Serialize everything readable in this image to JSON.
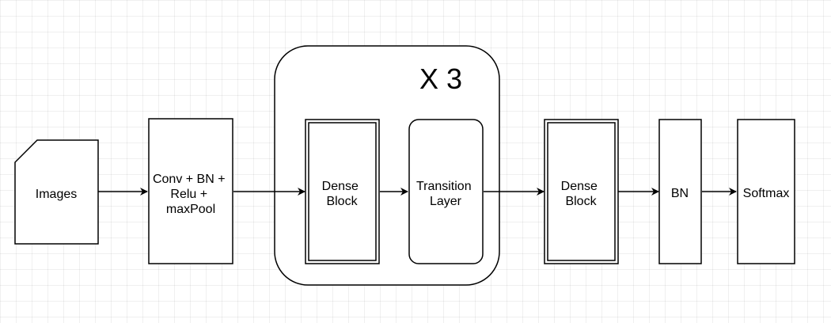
{
  "group": {
    "repeat_label": "X 3"
  },
  "nodes": {
    "images": {
      "label": [
        "Images"
      ],
      "shape": "card"
    },
    "conv": {
      "label": [
        "Conv + BN +",
        "Relu +",
        "maxPool"
      ],
      "shape": "rect"
    },
    "dense1": {
      "label": [
        "Dense",
        "Block"
      ],
      "shape": "double-rect"
    },
    "transition": {
      "label": [
        "Transition",
        "Layer"
      ],
      "shape": "rounded-rect"
    },
    "dense2": {
      "label": [
        "Dense",
        "Block"
      ],
      "shape": "double-rect"
    },
    "bn": {
      "label": [
        "BN"
      ],
      "shape": "rect"
    },
    "softmax": {
      "label": [
        "Softmax"
      ],
      "shape": "rect"
    }
  },
  "edges": [
    {
      "from": "images",
      "to": "conv"
    },
    {
      "from": "conv",
      "to": "dense1"
    },
    {
      "from": "dense1",
      "to": "transition"
    },
    {
      "from": "transition",
      "to": "dense2"
    },
    {
      "from": "dense2",
      "to": "bn"
    },
    {
      "from": "bn",
      "to": "softmax"
    }
  ],
  "colors": {
    "stroke": "#000000",
    "fill": "#ffffff",
    "grid": "#e8e8e8",
    "background": "#ffffff"
  }
}
